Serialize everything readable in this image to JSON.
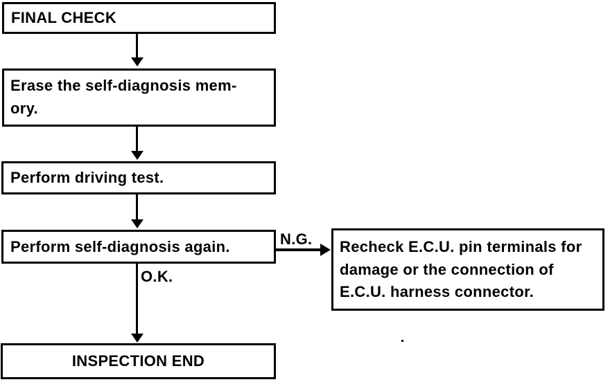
{
  "flowchart": {
    "title": "FINAL CHECK",
    "nodes": [
      {
        "name": "final-check",
        "lines": [
          "FINAL CHECK"
        ]
      },
      {
        "name": "erase-memory",
        "lines": [
          "Erase the self-diagnosis mem-",
          "ory."
        ]
      },
      {
        "name": "driving-test",
        "lines": [
          "Perform driving test."
        ]
      },
      {
        "name": "self-diagnosis-again",
        "lines": [
          "Perform self-diagnosis again."
        ]
      },
      {
        "name": "recheck-ecu",
        "lines": [
          "Recheck E.C.U. pin terminals for",
          "damage or the connection of",
          "E.C.U. harness connector."
        ]
      },
      {
        "name": "inspection-end",
        "lines": [
          "INSPECTION END"
        ]
      }
    ],
    "edges": [
      {
        "from": "final-check",
        "to": "erase-memory",
        "label": ""
      },
      {
        "from": "erase-memory",
        "to": "driving-test",
        "label": ""
      },
      {
        "from": "driving-test",
        "to": "self-diagnosis-again",
        "label": ""
      },
      {
        "from": "self-diagnosis-again",
        "to": "inspection-end",
        "label": "O.K."
      },
      {
        "from": "self-diagnosis-again",
        "to": "recheck-ecu",
        "label": "N.G."
      }
    ],
    "colors": {
      "ink": "#000000",
      "paper": "#ffffff"
    }
  }
}
